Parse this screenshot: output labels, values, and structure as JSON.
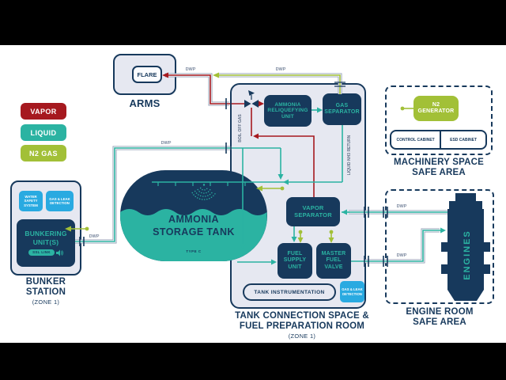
{
  "legend": {
    "vapor_label": "VAPOR",
    "liquid_label": "LIQUID",
    "n2_label": "N2 GAS"
  },
  "arms": {
    "title": "ARMS",
    "flare_label": "FLARE"
  },
  "bunker_station": {
    "title_line1": "BUNKER",
    "title_line2": "STATION",
    "zone_label": "(ZONE 1)",
    "water_safety_label": "WATER SAFETY SYSTEM",
    "gas_leak_label": "GAS & LEAK DETECTION",
    "bunkering_unit_label": "BUNKERING UNIT(S)",
    "ssl_link_label": "SSL LINK"
  },
  "storage_tank": {
    "name_line1": "AMMONIA",
    "name_line2": "STORAGE TANK",
    "type_label": "TYPE C"
  },
  "tcs": {
    "title_line1": "TANK CONNECTION SPACE &",
    "title_line2": "FUEL PREPARATION ROOM",
    "zone_label": "(ZONE 1)",
    "reliquefying_unit_label": "AMMONIA RELIQUEFYING UNIT",
    "gas_separator_label": "GAS SEPARATOR",
    "vapor_separator_label": "VAPOR SEPARATOR",
    "fuel_supply_unit_label": "FUEL SUPPLY UNIT",
    "master_fuel_valve_label": "MASTER FUEL VALVE",
    "tank_instrumentation_label": "TANK INSTRUMENTATION",
    "gas_leak_label": "GAS & LEAK DETECTION"
  },
  "machinery_space": {
    "title_line1": "MACHINERY SPACE",
    "title_line2": "SAFE AREA",
    "n2_generator_label": "N2 GENERATOR",
    "control_cabinet_label": "CONTROL CABINET",
    "esd_cabinet_label": "ESD CABINET"
  },
  "engine_room": {
    "title_line1": "ENGINE ROOM",
    "title_line2": "SAFE AREA",
    "engines_label": "ENGINES"
  },
  "pipe_labels": {
    "dwp": "DWP",
    "boil_off_gas": "BOIL OFF GAS",
    "liquid_nh3_return": "LIQUID NH3 RETURN"
  },
  "colors": {
    "navy": "#17395c",
    "teal": "#2bb3a2",
    "vapor_red": "#a6191f",
    "n2_green": "#a2c037",
    "cyan": "#29aae1",
    "panel_fill": "#e6e8f1",
    "pipe_casing": "#8f9cb3"
  }
}
